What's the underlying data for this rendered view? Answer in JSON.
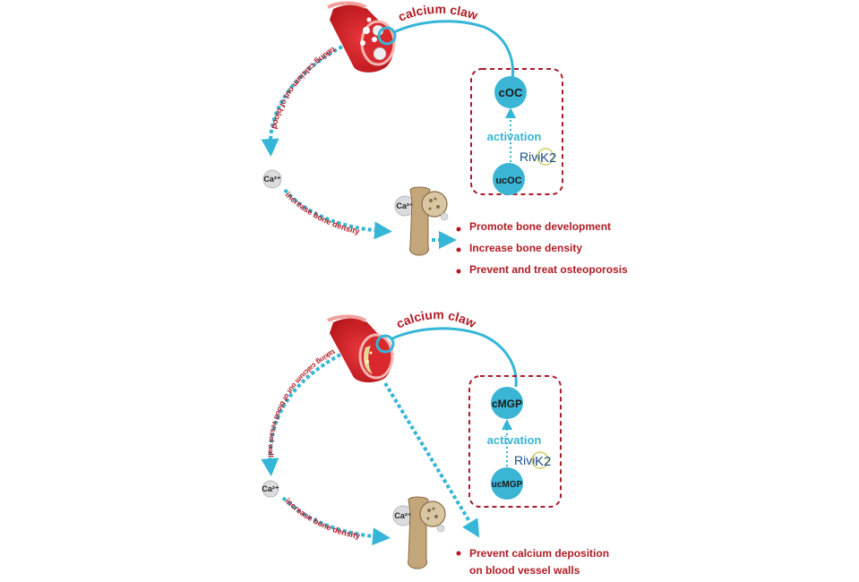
{
  "top": {
    "claw_label": "calcium claw",
    "active_node": "cOC",
    "inactive_node": "ucOC",
    "activation_label": "activation",
    "brand_rivi": "Rivi",
    "brand_k2": "K2",
    "path_label_left": "taking calcium out of blood",
    "path_label_bottom": "increase bone density",
    "ca_small": "Ca²⁺",
    "ca_bone": "Ca²⁺",
    "benefits": [
      "Promote bone development",
      "Increase bone density",
      "Prevent and treat osteoporosis"
    ]
  },
  "bottom": {
    "claw_label": "calcium claw",
    "active_node": "cMGP",
    "inactive_node": "ucMGP",
    "activation_label": "activation",
    "brand_rivi": "Rivi",
    "brand_k2": "K2",
    "path_label_left": "taking calcium out of blood vessel wall",
    "path_label_bottom": "increase bone density",
    "ca_small": "Ca²⁺",
    "ca_bone": "Ca²⁺",
    "benefits_line1": "Prevent calcium deposition",
    "benefits_line2": "on blood vessel walls"
  },
  "colors": {
    "accent_red": "#b11c24",
    "accent_teal": "#3ab5d3",
    "brand_blue": "#1a4f8a"
  },
  "icons": [
    "blood-vessel-icon",
    "bone-icon",
    "calcium-ion-icon",
    "arrow-head-icon"
  ]
}
